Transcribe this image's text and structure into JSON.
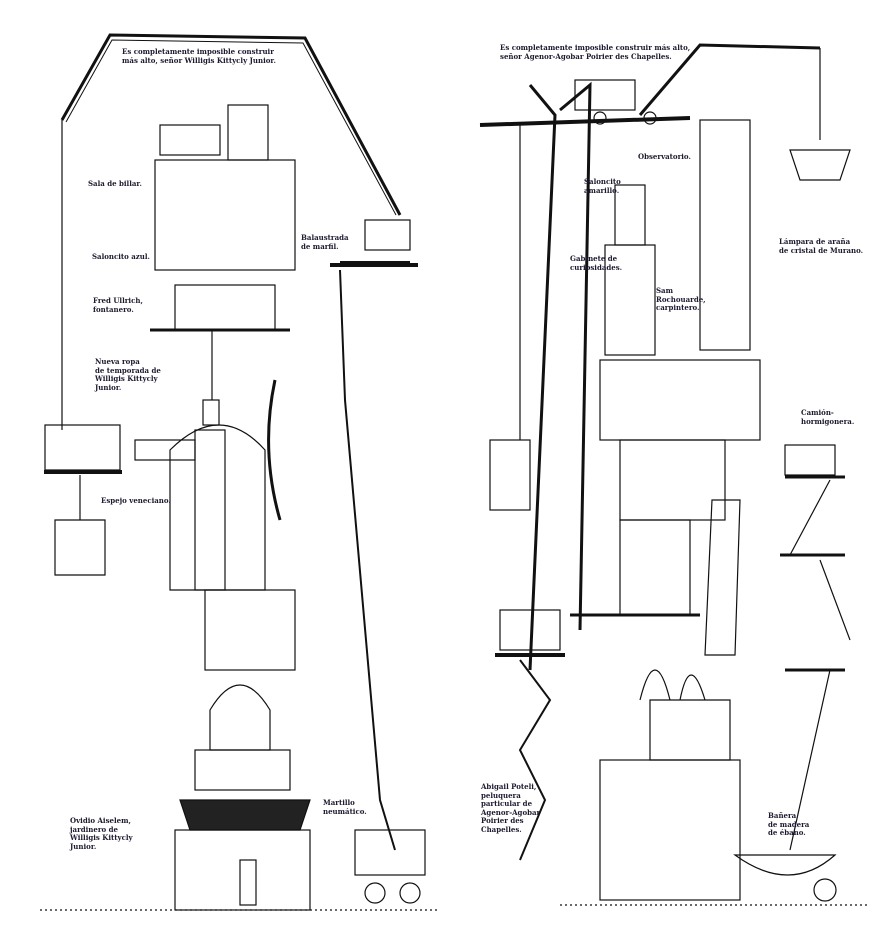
{
  "left_page": {
    "labels": {
      "speech": "Es completamente imposible construir\nmás alto, señor Willigis Kittycly Junior.",
      "billiard": "Sala de billar.",
      "balustrade": "Balaustrada\nde marfil.",
      "blue_salon": "Saloncito azul.",
      "plumber": "Fred Ullrich,\nfontanero.",
      "clothes": "Nueva ropa\nde temporada de\nWilligis Kittycly\nJunior.",
      "mirror": "Espejo veneciano.",
      "gardener": "Ovidio Aiselem,\njardinero de\nWilligis Kittycly\nJunior.",
      "hammer": "Martillo\nneumático."
    }
  },
  "right_page": {
    "labels": {
      "speech": "Es completamente imposible construir más alto,\nseñor Agenor-Agobar Poirier des Chapelles.",
      "observatory": "Observatorio.",
      "yellow_salon": "Saloncito\namarillo.",
      "cabinet": "Gabinete de\ncuriosidades.",
      "carpenter": "Sam\nRochouarde,\ncarpintero.",
      "chandelier": "Lámpara de araña\nde cristal de Murano.",
      "mixer": "Camión-\nhormigonera.",
      "hairdresser": "Abigail Poteli,\npeluquera\nparticular de\nAgenor-Agobar\nPoirier des\nChapelles.",
      "bathtub": "Bañera\nde madera\nde ébano."
    }
  }
}
